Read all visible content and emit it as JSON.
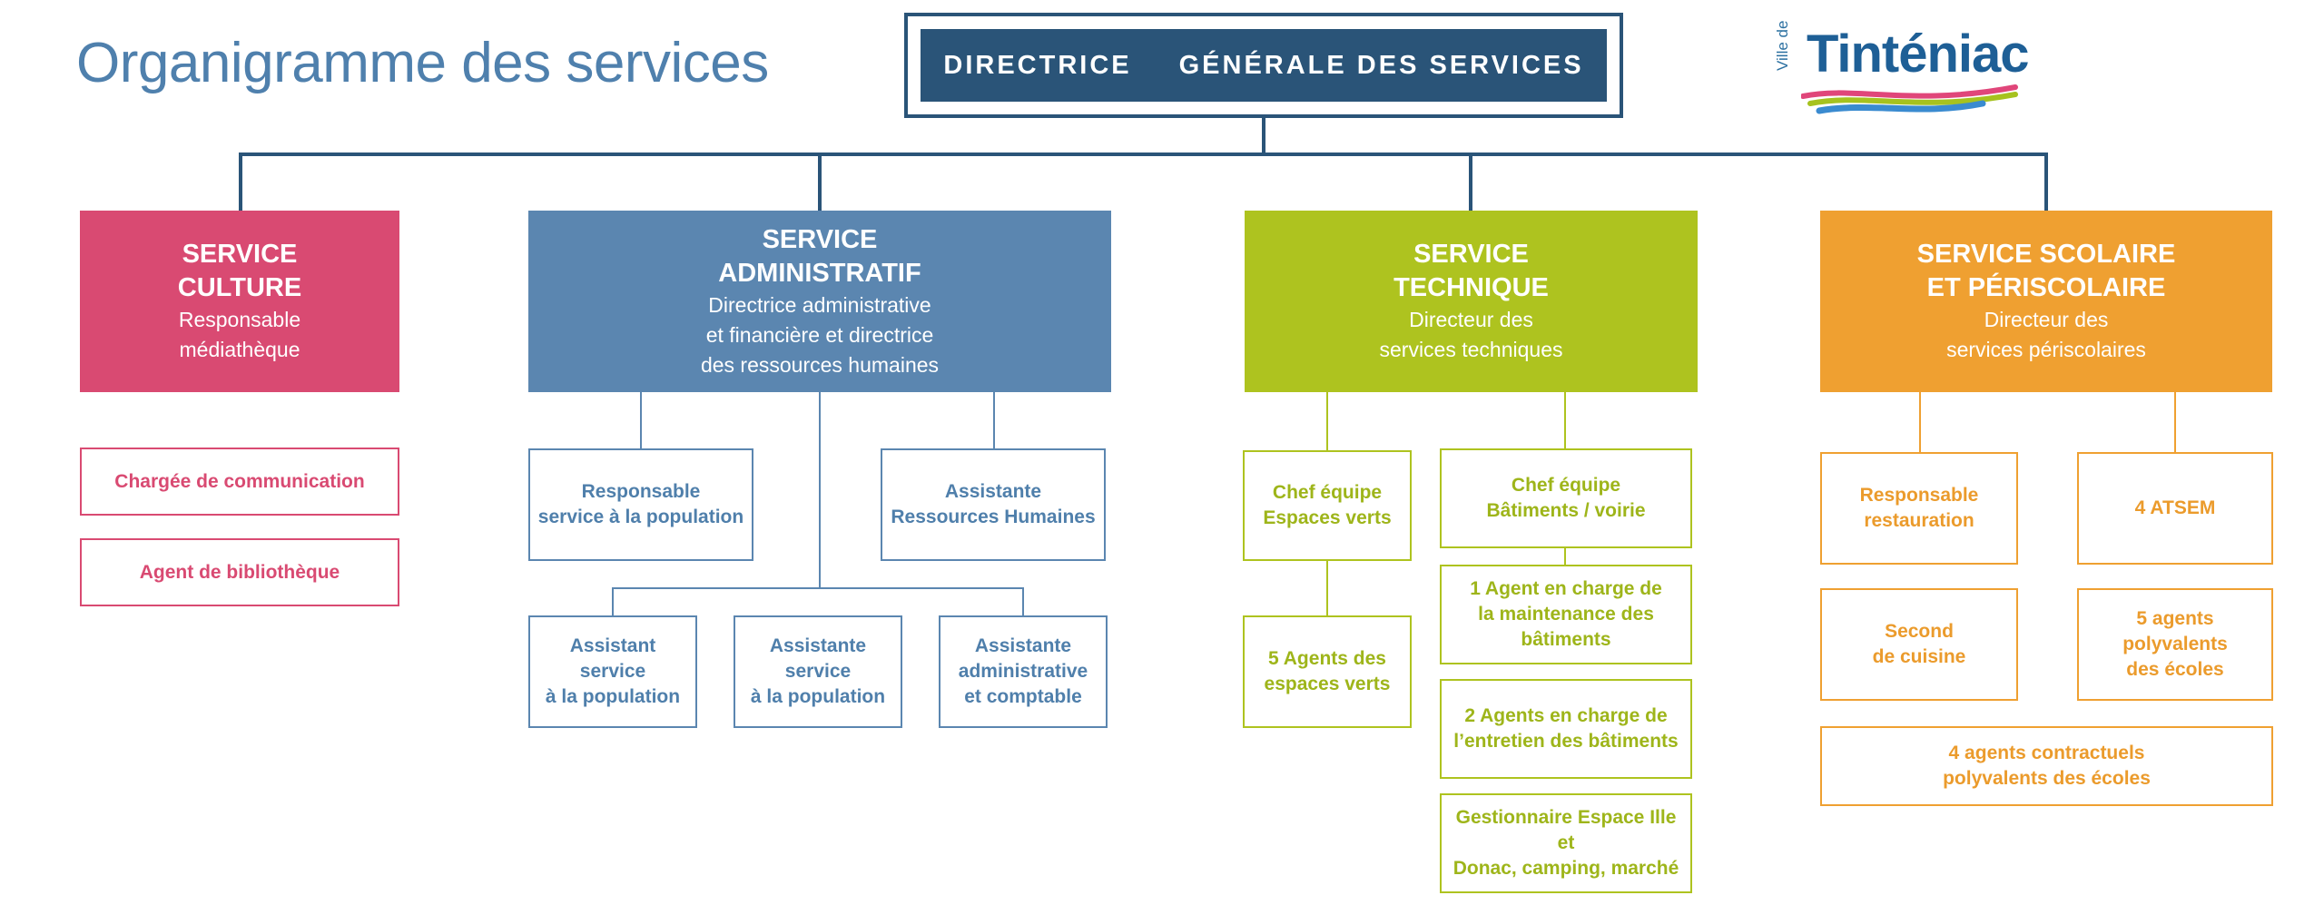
{
  "title": "Organigramme des services",
  "colors": {
    "title": "#4f80ad",
    "navy": "#2a5478",
    "culture": "#d94a72",
    "administratif": "#5b86b0",
    "technique": "#aec31f",
    "scolaire": "#efa031"
  },
  "top": {
    "line1": "DIRECTRICE",
    "line2": "GÉNÉRALE DES SERVICES"
  },
  "logo": {
    "prefix": "Ville de",
    "name": "Tinténiac"
  },
  "culture": {
    "name": [
      "SERVICE",
      "CULTURE"
    ],
    "role": [
      "Responsable",
      "médiathèque"
    ],
    "staff": [
      "Chargée de communication",
      "Agent de bibliothèque"
    ]
  },
  "administratif": {
    "name": [
      "SERVICE",
      "ADMINISTRATIF"
    ],
    "role": [
      "Directrice administrative",
      "et financière et directrice",
      "des ressources humaines"
    ],
    "staff": [
      [
        "Responsable",
        "service à la population"
      ],
      [
        "Assistante",
        "Ressources Humaines"
      ],
      [
        "Assistant",
        "service",
        "à la population"
      ],
      [
        "Assistante",
        "service",
        "à la population"
      ],
      [
        "Assistante",
        "administrative",
        "et comptable"
      ]
    ]
  },
  "technique": {
    "name": [
      "SERVICE",
      "TECHNIQUE"
    ],
    "role": [
      "Directeur des",
      "services techniques"
    ],
    "staff": [
      [
        "Chef équipe",
        "Espaces verts"
      ],
      [
        "5 Agents des",
        "espaces verts"
      ],
      [
        "Chef équipe",
        "Bâtiments / voirie"
      ],
      [
        "1 Agent en charge de",
        "la maintenance des",
        "bâtiments"
      ],
      [
        "2 Agents en charge de",
        "l’entretien des bâtiments"
      ],
      [
        "Gestionnaire Espace Ille et",
        "Donac, camping, marché"
      ]
    ]
  },
  "scolaire": {
    "name": [
      "SERVICE SCOLAIRE",
      "ET PÉRISCOLAIRE"
    ],
    "role": [
      "Directeur des",
      "services périscolaires"
    ],
    "staff": [
      [
        "Responsable",
        "restauration"
      ],
      [
        "4 ATSEM"
      ],
      [
        "Second",
        "de cuisine"
      ],
      [
        "5 agents",
        "polyvalents",
        "des écoles"
      ],
      [
        "4 agents contractuels",
        "polyvalents des écoles"
      ]
    ]
  }
}
